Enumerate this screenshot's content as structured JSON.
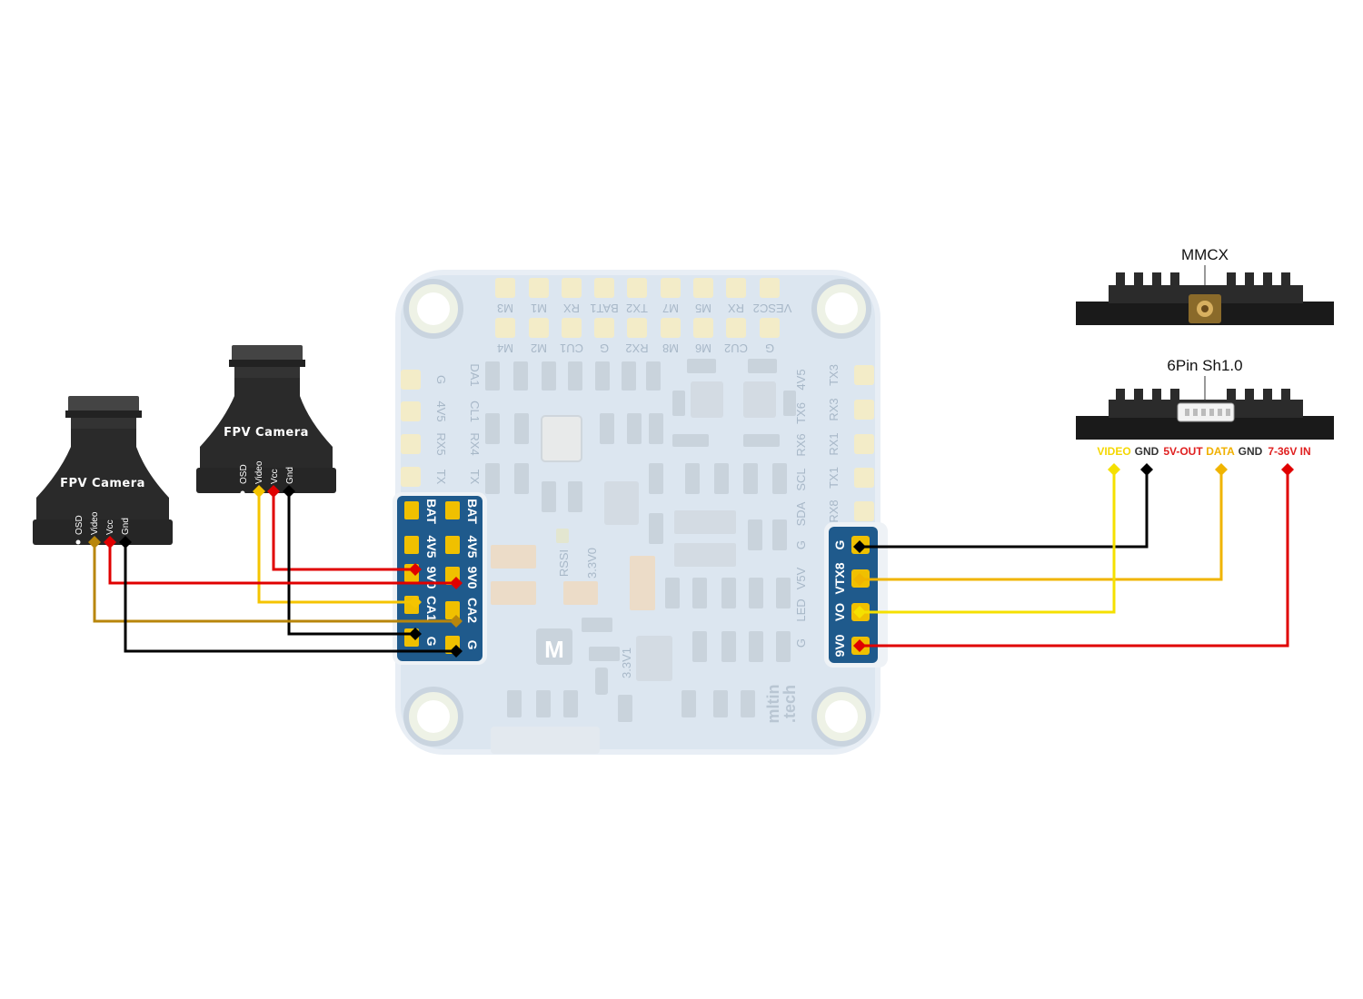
{
  "board": {
    "top_pads_row1": [
      "M3",
      "M1",
      "RX",
      "BAT1",
      "TX2",
      "M7",
      "M5",
      "RX",
      "VESC2"
    ],
    "top_pads_row2": [
      "M4",
      "M2",
      "CU1",
      "G",
      "RX2",
      "M8",
      "M6",
      "CU2",
      "G"
    ],
    "left_pads": [
      "G",
      "4V5",
      "RX5",
      "TX"
    ],
    "left_inner": [
      "DA1",
      "CL1",
      "RX4",
      "TX"
    ],
    "right_pads": [
      "TX3",
      "RX3",
      "RX1",
      "TX1",
      "RX8"
    ],
    "right_inner": [
      "4V5",
      "TX6",
      "RX6",
      "SCL",
      "SDA",
      "G",
      "V5V",
      "LED",
      "G"
    ],
    "silk": [
      "RSSI",
      "3.3V0",
      "3.3V1"
    ],
    "logo": "M",
    "brand_line1": "mltin",
    "brand_line2": ".tech"
  },
  "left_header": {
    "col1": [
      "BAT",
      "4V5",
      "9V0",
      "CA1",
      "G"
    ],
    "col2": [
      "BAT",
      "4V5",
      "9V0",
      "CA2",
      "G"
    ]
  },
  "right_header": {
    "pins": [
      "G",
      "VTX8",
      "VO",
      "9V0"
    ]
  },
  "camera1": {
    "title": "FPV Camera",
    "pins": [
      "OSD",
      "Video",
      "Vcc",
      "Gnd"
    ]
  },
  "camera2": {
    "title": "FPV Camera",
    "pins": [
      "OSD",
      "Video",
      "Vcc",
      "Gnd"
    ]
  },
  "vtx": {
    "mmcx_label": "MMCX",
    "connector_label": "6Pin Sh1.0",
    "pins": [
      {
        "label": "VIDEO",
        "color": "#f5d700"
      },
      {
        "label": "GND",
        "color": "#333333"
      },
      {
        "label": "5V-OUT",
        "color": "#e02020"
      },
      {
        "label": "DATA",
        "color": "#f0b000"
      },
      {
        "label": "GND",
        "color": "#333333"
      },
      {
        "label": "7-36V IN",
        "color": "#e02020"
      }
    ]
  },
  "colors": {
    "gnd": "#000000",
    "power": "#e00000",
    "video_cam1": "#b8860b",
    "video_cam2": "#f5c400",
    "vtx_video": "#f5e000",
    "vtx_data": "#f0b400",
    "header_blue": "#1f5a8c",
    "pad_gold": "#f0c000",
    "board_fill": "#dce6f0"
  }
}
